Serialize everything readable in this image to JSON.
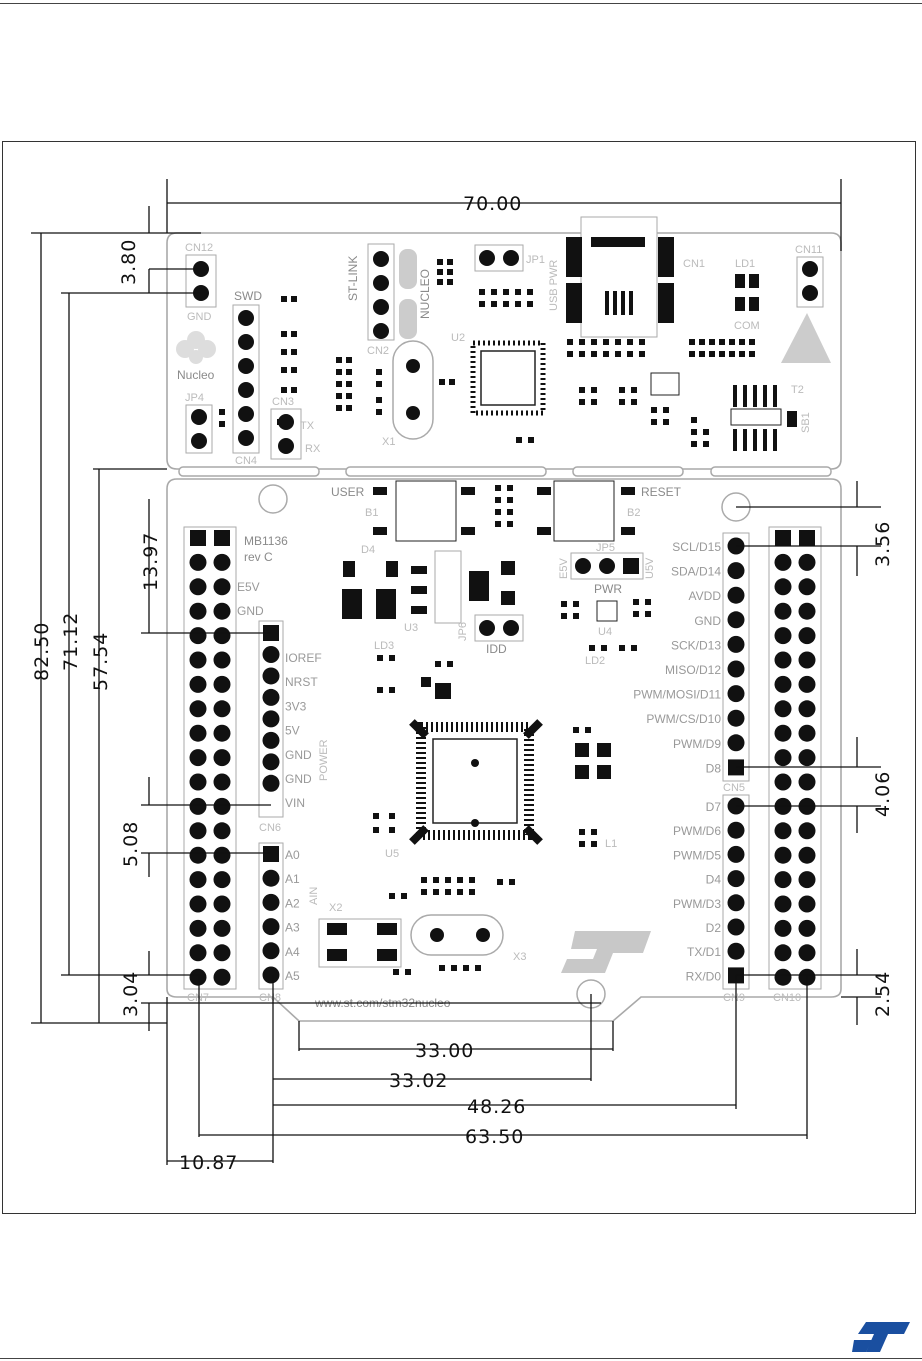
{
  "board": {
    "title": "MB1136",
    "revision": "rev C",
    "website": "www.st.com/stm32nucleo",
    "brand": "Nucleo"
  },
  "dimensions": {
    "width_overall": "70.00",
    "height_overall": "82.50",
    "height_pins": "71.12",
    "height_lower": "57.54",
    "top_offset": "3.80",
    "cn6_offset": "13.97",
    "cn8_offset": "5.08",
    "bottom_left": "3.04",
    "right_top": "3.56",
    "right_mid": "4.06",
    "right_bottom": "2.54",
    "bottom_a": "33.00",
    "bottom_b": "33.02",
    "bottom_c": "48.26",
    "bottom_d": "63.50",
    "bottom_e": "10.87"
  },
  "connectors": {
    "cn5_label": "CN5",
    "cn6_label": "CN6",
    "cn7_label": "CN7",
    "cn8_label": "CN8",
    "cn9_label": "CN9",
    "cn10_label": "CN10",
    "cn1_label": "CN1",
    "cn2_label": "CN2",
    "cn3_label": "CN3",
    "cn4_label": "CN4",
    "cn11_label": "CN11",
    "cn12_label": "CN12",
    "cn6_pins": [
      "IOREF",
      "NRST",
      "3V3",
      "5V",
      "GND",
      "GND",
      "VIN"
    ],
    "cn6_group": "POWER",
    "cn8_pins": [
      "A0",
      "A1",
      "A2",
      "A3",
      "A4",
      "A5"
    ],
    "cn8_group": "AIN",
    "cn5_pins": [
      "SCL/D15",
      "SDA/D14",
      "AVDD",
      "GND",
      "SCK/D13",
      "MISO/D12",
      "PWM/MOSI/D11",
      "PWM/CS/D10",
      "PWM/D9",
      "D8"
    ],
    "cn9_pins": [
      "D7",
      "PWM/D6",
      "PWM/D5",
      "D4",
      "PWM/D3",
      "D2",
      "TX/D1",
      "RX/D0"
    ],
    "left_side": [
      "E5V",
      "GND"
    ]
  },
  "parts": {
    "swd": "SWD",
    "stlink": "ST-LINK",
    "nucleo": "NUCLEO",
    "usb_pwr": "USB PWR",
    "com": "COM",
    "gnd": "GND",
    "user": "USER",
    "reset": "RESET",
    "b1": "B1",
    "b2": "B2",
    "jp1": "JP1",
    "jp4": "JP4",
    "jp5": "JP5",
    "jp6": "JP6",
    "ld1": "LD1",
    "ld2": "LD2",
    "ld3": "LD3",
    "u2": "U2",
    "u3": "U3",
    "u4": "U4",
    "u5": "U5",
    "x1": "X1",
    "x2": "X2",
    "x3": "X3",
    "t2": "T2",
    "sb1": "SB1",
    "pwr": "PWR",
    "idd": "IDD",
    "e5v": "E5V",
    "u5v": "U5V",
    "tx": "TX",
    "rx": "RX",
    "d4": "D4",
    "l1": "L1"
  }
}
